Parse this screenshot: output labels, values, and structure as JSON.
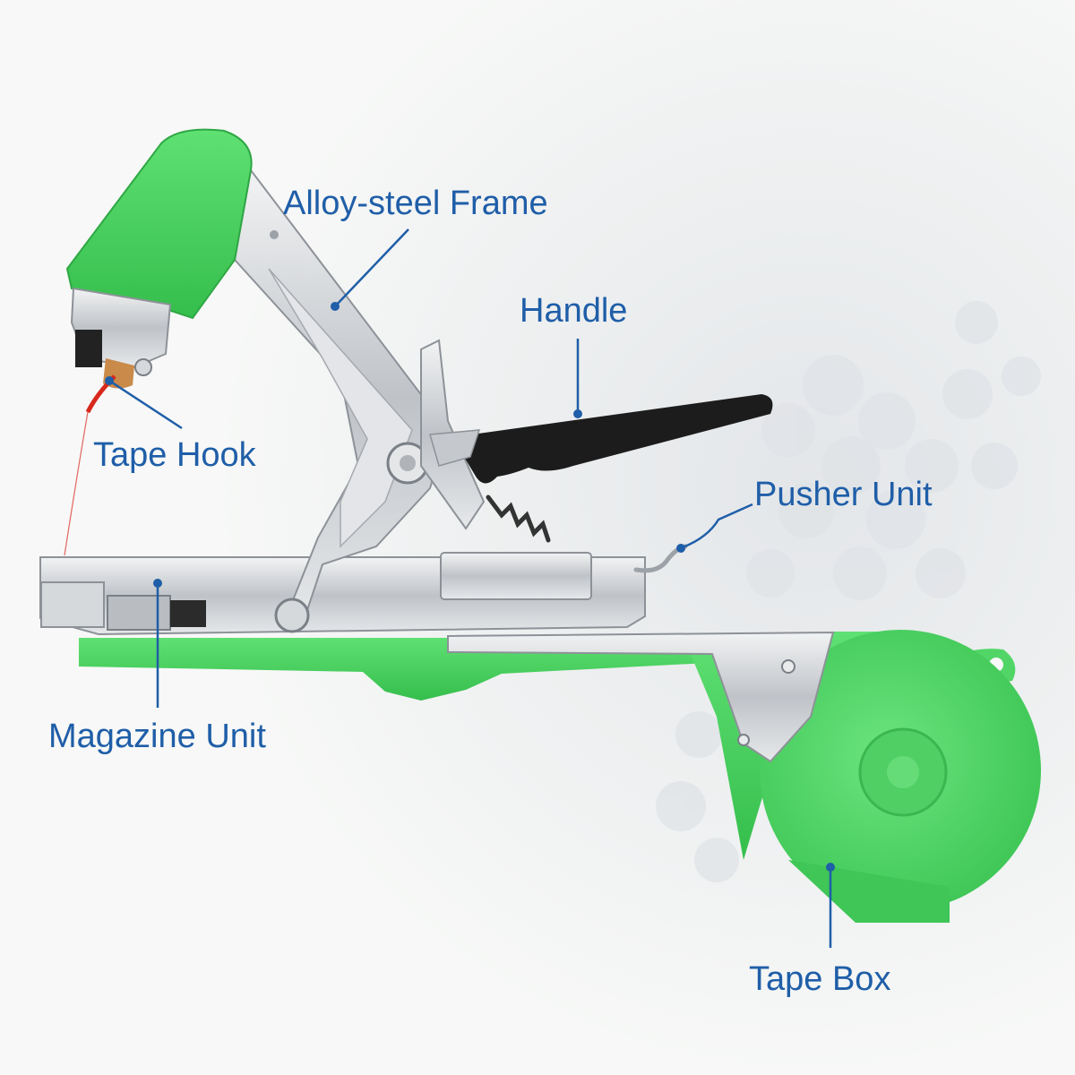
{
  "colors": {
    "label_text": "#1f5ea8",
    "leader_line": "#1f5ea8",
    "plastic_green": "#45d25c",
    "plastic_green_dark": "#2fb146",
    "steel": "#c9ccd0",
    "handle_grip": "#1c1c1c",
    "tape_red": "#d8281c"
  },
  "labels": {
    "frame": "Alloy-steel Frame",
    "handle": "Handle",
    "tape_hook": "Tape Hook",
    "pusher_unit": "Pusher Unit",
    "magazine_unit": "Magazine Unit",
    "tape_box": "Tape Box"
  }
}
